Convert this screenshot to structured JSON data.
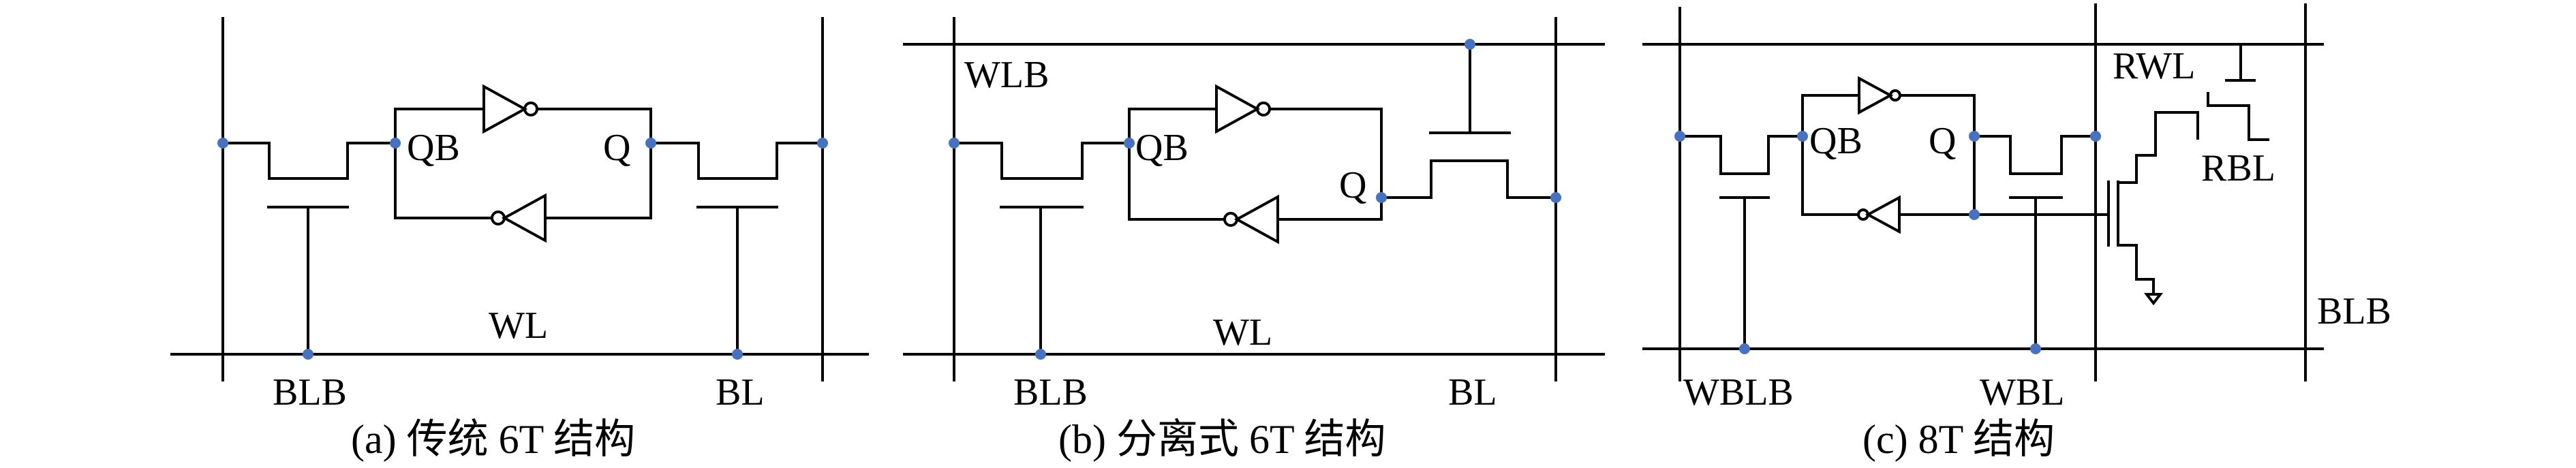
{
  "colors": {
    "node_dot": "#4472c4",
    "wire": "#000000",
    "background": "#ffffff"
  },
  "panel_a": {
    "caption": "(a) 传统 6T 结构",
    "labels": {
      "qb": "QB",
      "q": "Q",
      "wl": "WL",
      "blb": "BLB",
      "bl": "BL"
    }
  },
  "panel_b": {
    "caption": "(b) 分离式 6T 结构",
    "labels": {
      "wlb": "WLB",
      "qb": "QB",
      "q": "Q",
      "wl": "WL",
      "blb": "BLB",
      "bl": "BL"
    }
  },
  "panel_c": {
    "caption": "(c) 8T 结构",
    "labels": {
      "qb": "QB",
      "q": "Q",
      "rwl": "RWL",
      "rbl": "RBL",
      "blb": "BLB",
      "wblb": "WBLB",
      "wbl": "WBL"
    }
  }
}
